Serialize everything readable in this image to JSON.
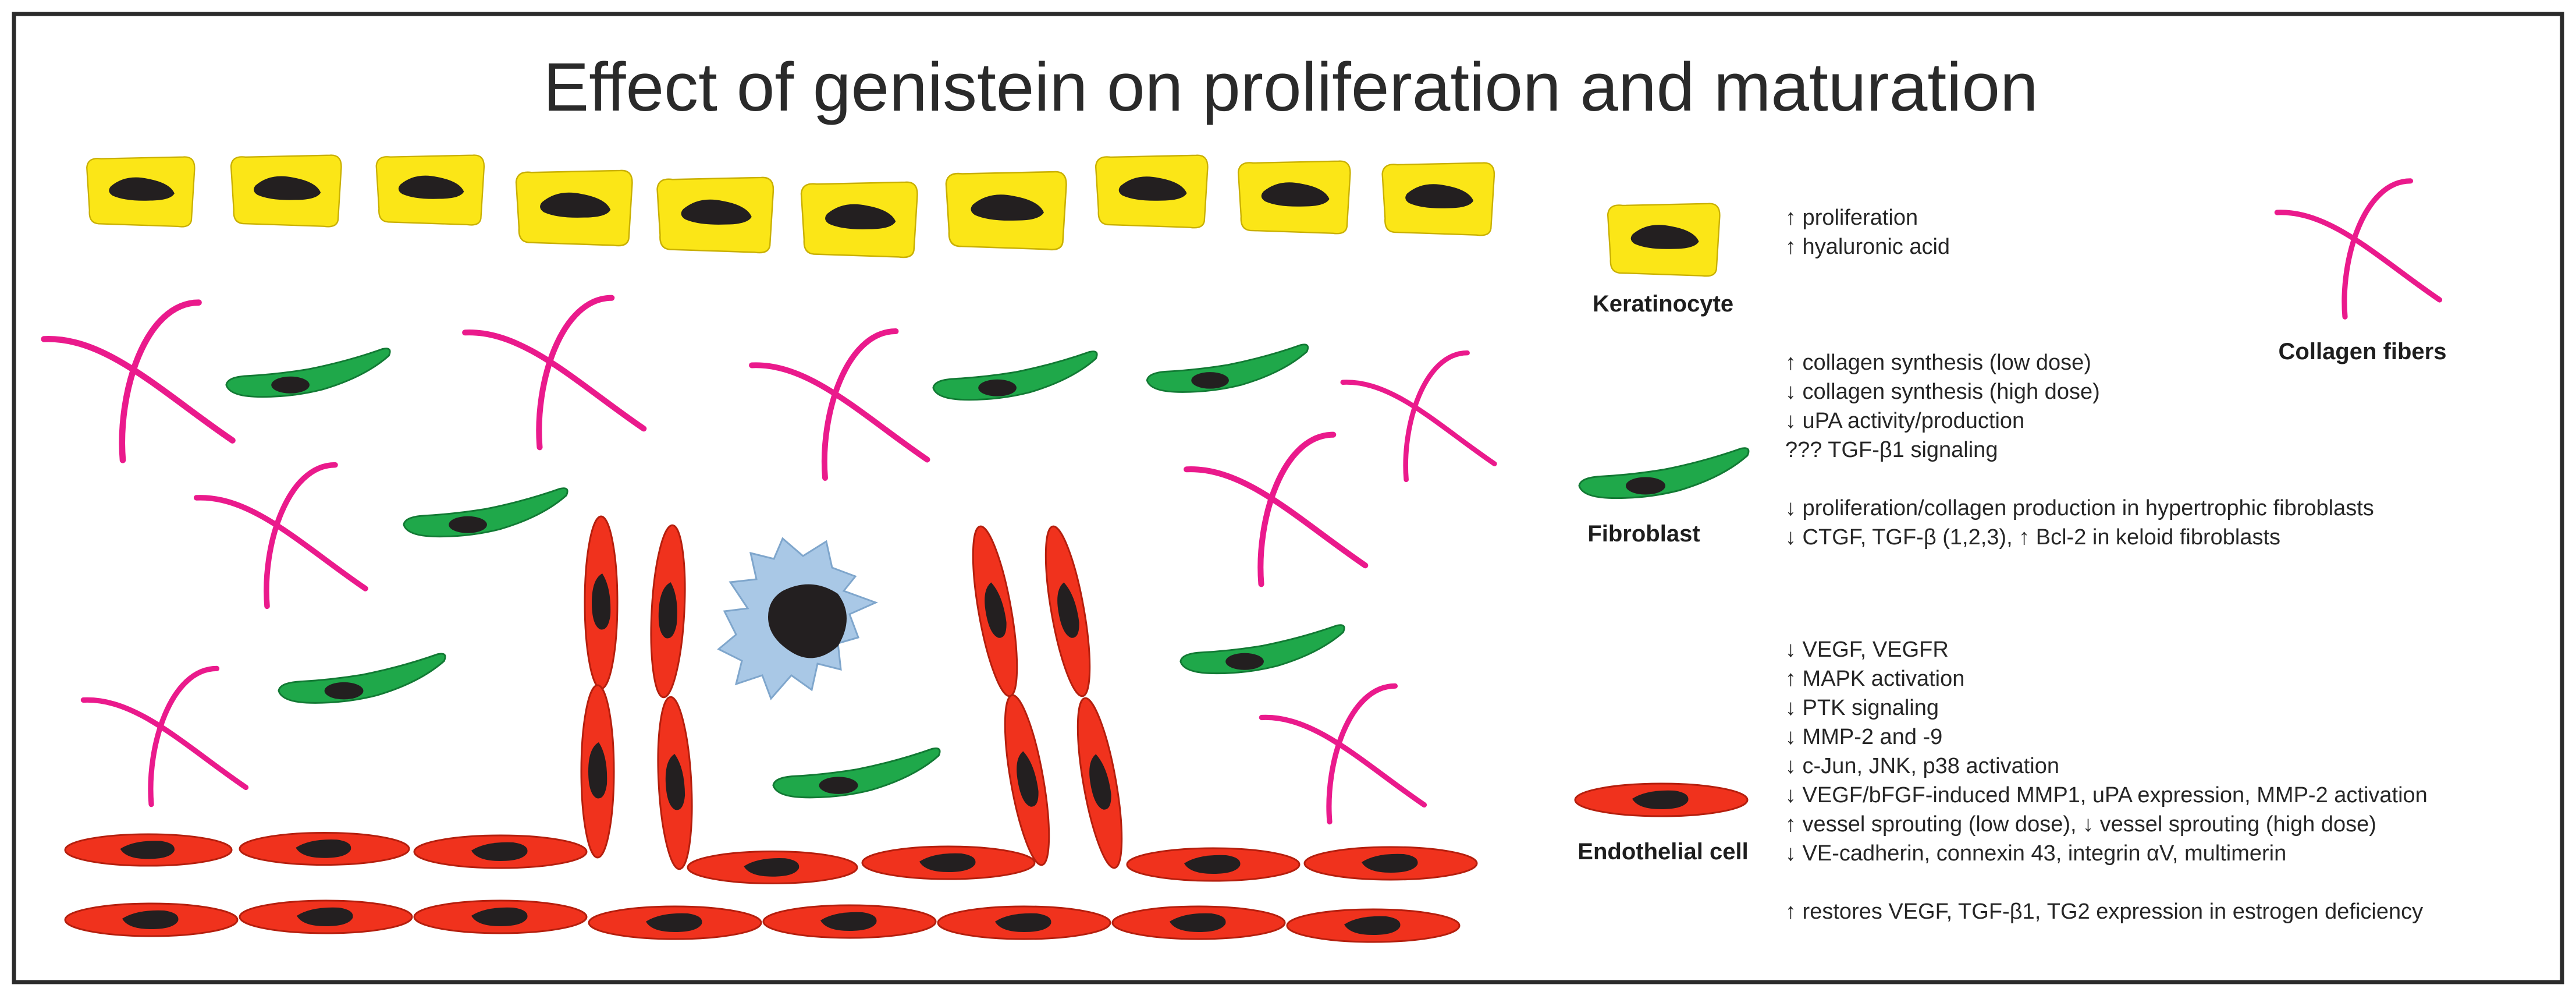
{
  "title": "Effect of genistein on proliferation and maturation",
  "colors": {
    "keratinocyte": "#fbe617",
    "fibroblast": "#1fa84a",
    "endothelial": "#f0321d",
    "collagen": "#ea1a8c",
    "immune_cell": "#a9c8e6",
    "nucleus": "#231f20",
    "frame": "#2b2b2b"
  },
  "legend": {
    "keratinocyte": {
      "caption": "Keratinocyte",
      "icon": "keratinocyte-icon",
      "effects": [
        "↑ proliferation",
        "↑ hyaluronic acid"
      ]
    },
    "collagen": {
      "caption": "Collagen fibers",
      "icon": "collagen-fiber-icon"
    },
    "fibroblast": {
      "caption": "Fibroblast",
      "icon": "fibroblast-icon",
      "effects": [
        "↑ collagen synthesis (low dose)",
        "↓ collagen synthesis (high dose)",
        "↓ uPA activity/production",
        "??? TGF-β1 signaling",
        "↓ proliferation/collagen production in hypertrophic fibroblasts",
        "↓ CTGF, TGF-β (1,2,3), ↑ Bcl-2 in keloid fibroblasts"
      ]
    },
    "endothelial": {
      "caption": "Endothelial cell",
      "icon": "endothelial-cell-icon",
      "effects": [
        "↓ VEGF, VEGFR",
        "↑ MAPK activation",
        "↓ PTK signaling",
        "↓ MMP-2 and -9",
        "↓ c-Jun, JNK, p38 activation",
        "↓ VEGF/bFGF-induced MMP1, uPA expression, MMP-2 activation",
        "↑ vessel sprouting (low dose), ↓ vessel sprouting (high dose)",
        "↓ VE-cadherin, connexin 43, integrin αV, multimerin",
        "↑ restores VEGF, TGF-β1, TG2 expression in estrogen deficiency"
      ]
    }
  }
}
